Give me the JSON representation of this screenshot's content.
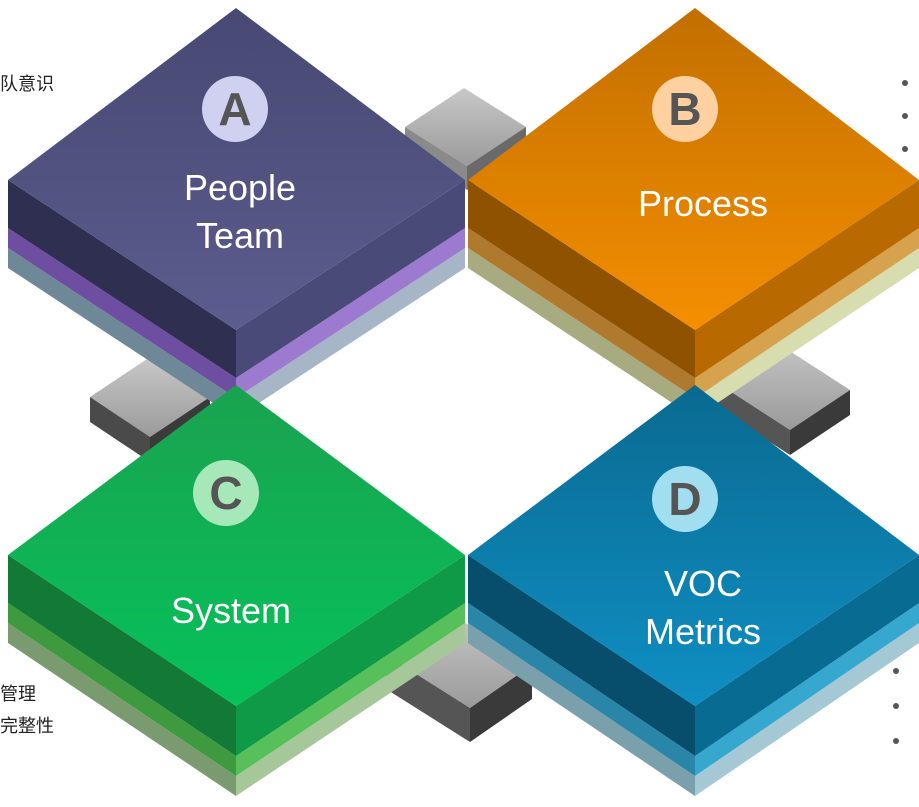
{
  "tiles": [
    {
      "id": "A",
      "letter": "A",
      "line1": "People",
      "line2": "Team",
      "top": "#484873",
      "bottom": "#5c5c8e",
      "layer1": "#9b7ad0",
      "layer2": "#a7b6c6",
      "badge_color": "#d0d0f0"
    },
    {
      "id": "B",
      "letter": "B",
      "line1": "Process",
      "line2": "",
      "top": "#c26f00",
      "bottom": "#f48f00",
      "layer1": "#d7a24e",
      "layer2": "#d8ddb0",
      "badge_color": "#ffd0a0"
    },
    {
      "id": "C",
      "letter": "C",
      "line1": "System",
      "line2": "",
      "top": "#1aa250",
      "bottom": "#05c25a",
      "layer1": "#58c05a",
      "layer2": "#a5c79a",
      "badge_color": "#a6e8b8"
    },
    {
      "id": "D",
      "letter": "D",
      "line1": "VOC",
      "line2": "Metrics",
      "top": "#0a6a90",
      "bottom": "#0f8fc4",
      "layer1": "#36a8cf",
      "layer2": "#a4c8d4",
      "badge_color": "#a0def0"
    }
  ],
  "side_texts": {
    "top_left": "队意识",
    "bottom_left_1": "管理",
    "bottom_left_2": "完整性"
  },
  "colors": {
    "connector": "#a8a8a8",
    "connector_dark": "#4a4a4a"
  }
}
